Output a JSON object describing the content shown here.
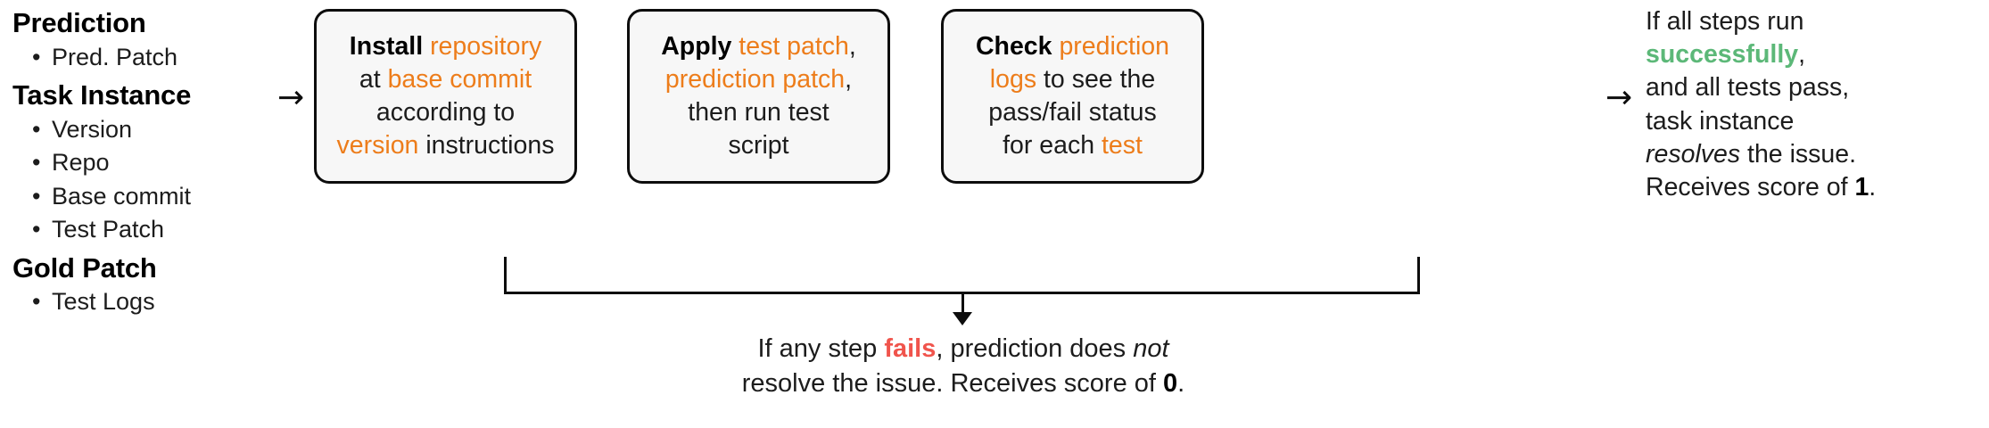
{
  "inputs": {
    "groups": [
      {
        "title": "Prediction",
        "items": [
          "Pred. Patch"
        ]
      },
      {
        "title": "Task Instance",
        "items": [
          "Version",
          "Repo",
          "Base commit",
          "Test Patch"
        ]
      },
      {
        "title": "Gold Patch",
        "items": [
          "Test Logs"
        ]
      }
    ],
    "bullet_glyph": "•"
  },
  "arrows": {
    "glyph": "→",
    "names": [
      "inputs-to-step-1",
      "step-1-to-step-2",
      "step-2-to-step-3",
      "step-3-to-outcome",
      "outcome-arrow"
    ]
  },
  "steps": [
    {
      "id": "install",
      "lines": [
        [
          {
            "t": "Install ",
            "s": "bold"
          },
          {
            "t": "repository",
            "s": "hl"
          }
        ],
        [
          {
            "t": "at ",
            "s": "n"
          },
          {
            "t": "base commit",
            "s": "hl"
          }
        ],
        [
          {
            "t": "according to",
            "s": "n"
          }
        ],
        [
          {
            "t": "version",
            "s": "hl"
          },
          {
            "t": " instructions",
            "s": "n"
          }
        ]
      ]
    },
    {
      "id": "apply",
      "lines": [
        [
          {
            "t": "Apply ",
            "s": "bold"
          },
          {
            "t": "test patch",
            "s": "hl"
          },
          {
            "t": ",",
            "s": "n"
          }
        ],
        [
          {
            "t": "prediction patch",
            "s": "hl"
          },
          {
            "t": ",",
            "s": "n"
          }
        ],
        [
          {
            "t": "then run test",
            "s": "n"
          }
        ],
        [
          {
            "t": "script",
            "s": "n"
          }
        ]
      ]
    },
    {
      "id": "check",
      "lines": [
        [
          {
            "t": "Check ",
            "s": "bold"
          },
          {
            "t": "prediction",
            "s": "hl"
          }
        ],
        [
          {
            "t": "logs",
            "s": "hl"
          },
          {
            "t": " to see the",
            "s": "n"
          }
        ],
        [
          {
            "t": "pass/fail status",
            "s": "n"
          }
        ],
        [
          {
            "t": "for each ",
            "s": "n"
          },
          {
            "t": "test",
            "s": "hl"
          }
        ]
      ]
    }
  ],
  "success": {
    "lines": [
      [
        {
          "t": "If all steps run",
          "s": "n"
        }
      ],
      [
        {
          "t": "successfully",
          "s": "ok"
        },
        {
          "t": ",",
          "s": "n"
        }
      ],
      [
        {
          "t": "and all tests pass,",
          "s": "n"
        }
      ],
      [
        {
          "t": "task instance",
          "s": "n"
        }
      ],
      [
        {
          "t": "resolves",
          "s": "i"
        },
        {
          "t": " the issue.",
          "s": "n"
        }
      ],
      [
        {
          "t": "Receives score of ",
          "s": "n"
        },
        {
          "t": "1",
          "s": "bold"
        },
        {
          "t": ".",
          "s": "n"
        }
      ]
    ]
  },
  "failure": {
    "lines": [
      [
        {
          "t": "If any step ",
          "s": "n"
        },
        {
          "t": "fails",
          "s": "bad"
        },
        {
          "t": ", prediction does ",
          "s": "n"
        },
        {
          "t": "not",
          "s": "i"
        }
      ],
      [
        {
          "t": "resolve the issue. Receives score of ",
          "s": "n"
        },
        {
          "t": "0",
          "s": "bold"
        },
        {
          "t": ".",
          "s": "n"
        }
      ]
    ]
  },
  "colors": {
    "highlight": "#ED7D1B",
    "success": "#5CB878",
    "failure": "#F0544C",
    "box_fill": "#F7F7F7",
    "box_border": "#0D0D0D",
    "text": "#1C1C1C"
  }
}
